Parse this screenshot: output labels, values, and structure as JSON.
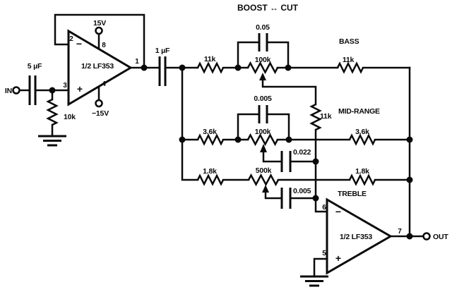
{
  "heading": "BOOST ↔ CUT",
  "input_stage": {
    "terminal": "IN",
    "coupling_cap": "5 µF",
    "bias_resistor": "10k",
    "supply_pos": "15V",
    "supply_neg": "−15V",
    "output_cap": "1 µF",
    "opamp": {
      "label": "1/2 LF353",
      "pin_inv": "2",
      "pin_noninv": "3",
      "pin_out": "1",
      "pin_vplus": "8",
      "pin_vminus": "4",
      "minus": "−",
      "plus": "+"
    }
  },
  "bass_band": {
    "name": "BASS",
    "r_in": "11k",
    "pot": "100k",
    "pot_cap": "0.05",
    "wiper_r": "11k",
    "r_out": "11k"
  },
  "mid_band": {
    "name": "MID-RANGE",
    "r_in": "3.6k",
    "pot": "100k",
    "pot_cap": "0.005",
    "wiper_cap": "0.022",
    "r_out": "3.6k"
  },
  "treble_band": {
    "name": "TREBLE",
    "r_in": "1.8k",
    "pot": "500k",
    "wiper_cap": "0.005",
    "r_out": "1.8k"
  },
  "output_stage": {
    "terminal": "OUT",
    "opamp": {
      "label": "1/2 LF353",
      "pin_inv": "6",
      "pin_noninv": "5",
      "pin_out": "7",
      "minus": "−",
      "plus": "+"
    }
  }
}
